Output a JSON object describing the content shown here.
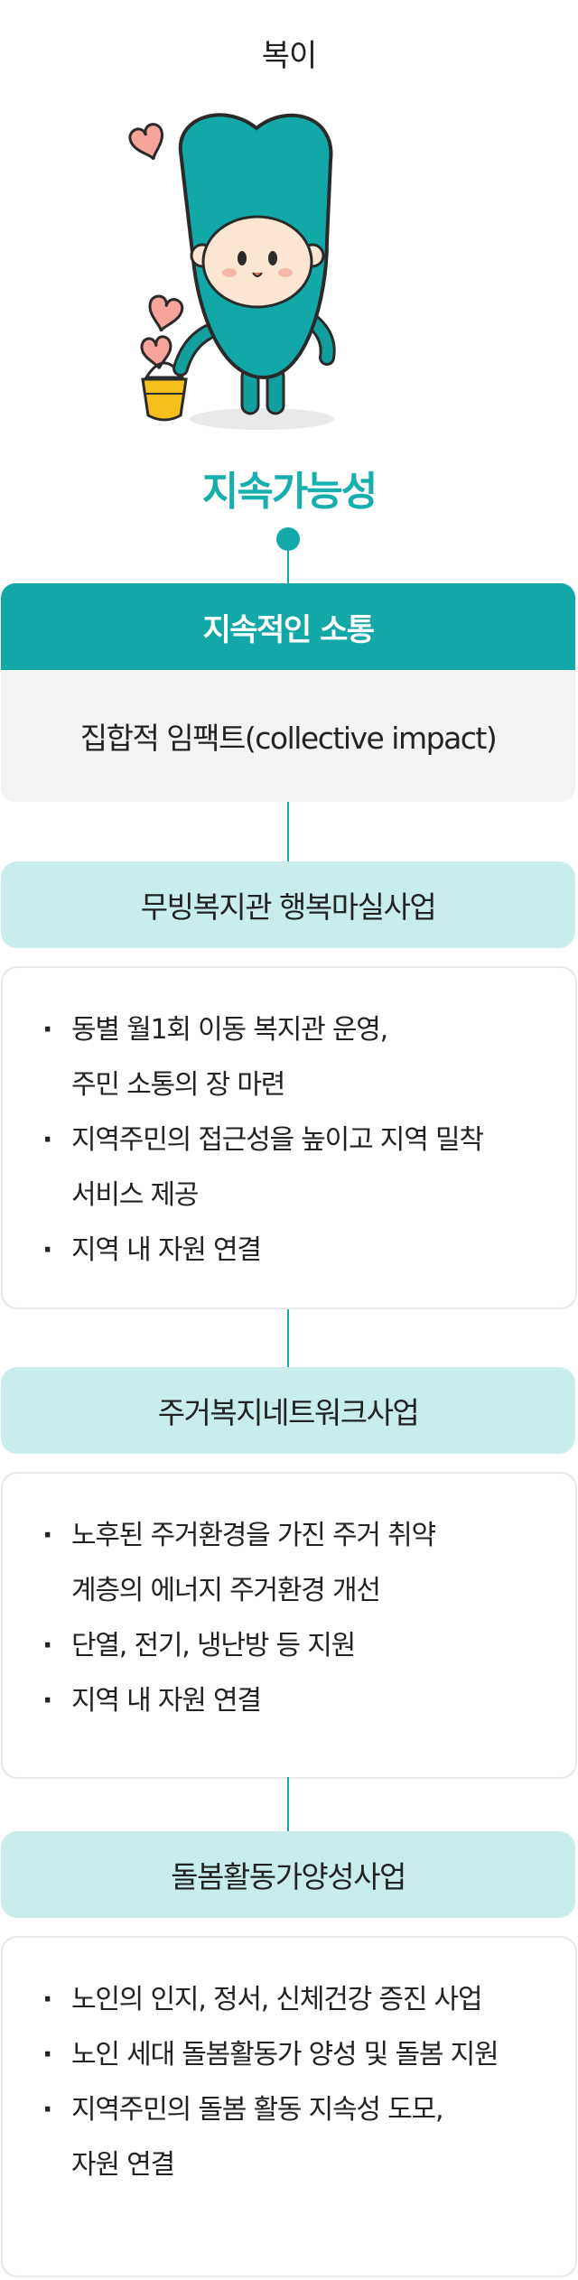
{
  "character": {
    "name": "복이"
  },
  "main_title": "지속가능성",
  "sustain_card": {
    "header": "지속적인 소통",
    "body": "집합적 임팩트(collective impact)"
  },
  "sections": [
    {
      "title": "무빙복지관 행복마실사업",
      "items": [
        "동별 월1회 이동 복지관 운영,",
        "주민 소통의 장 마련",
        "지역주민의 접근성을 높이고 지역 밀착",
        "서비스 제공",
        " 지역 내 자원 연결"
      ]
    },
    {
      "title": "주거복지네트워크사업",
      "items": [
        "노후된 주거환경을 가진 주거 취약",
        "계층의 에너지 주거환경 개선",
        "단열, 전기, 냉난방 등 지원",
        "지역 내 자원 연결"
      ]
    },
    {
      "title": "돌봄활동가양성사업",
      "items": [
        "노인의 인지, 정서, 신체건강 증진 사업",
        "노인 세대 돌봄활동가 양성 및 돌봄 지원",
        "지역주민의 돌봄 활동 지속성 도모,",
        "자원 연결"
      ]
    }
  ],
  "colors": {
    "teal": "#13a8a8",
    "teal_light": "#c9ecec",
    "card_gray": "#f3f3f3",
    "heart": "#f7a59b",
    "basket": "#f5c01b"
  }
}
